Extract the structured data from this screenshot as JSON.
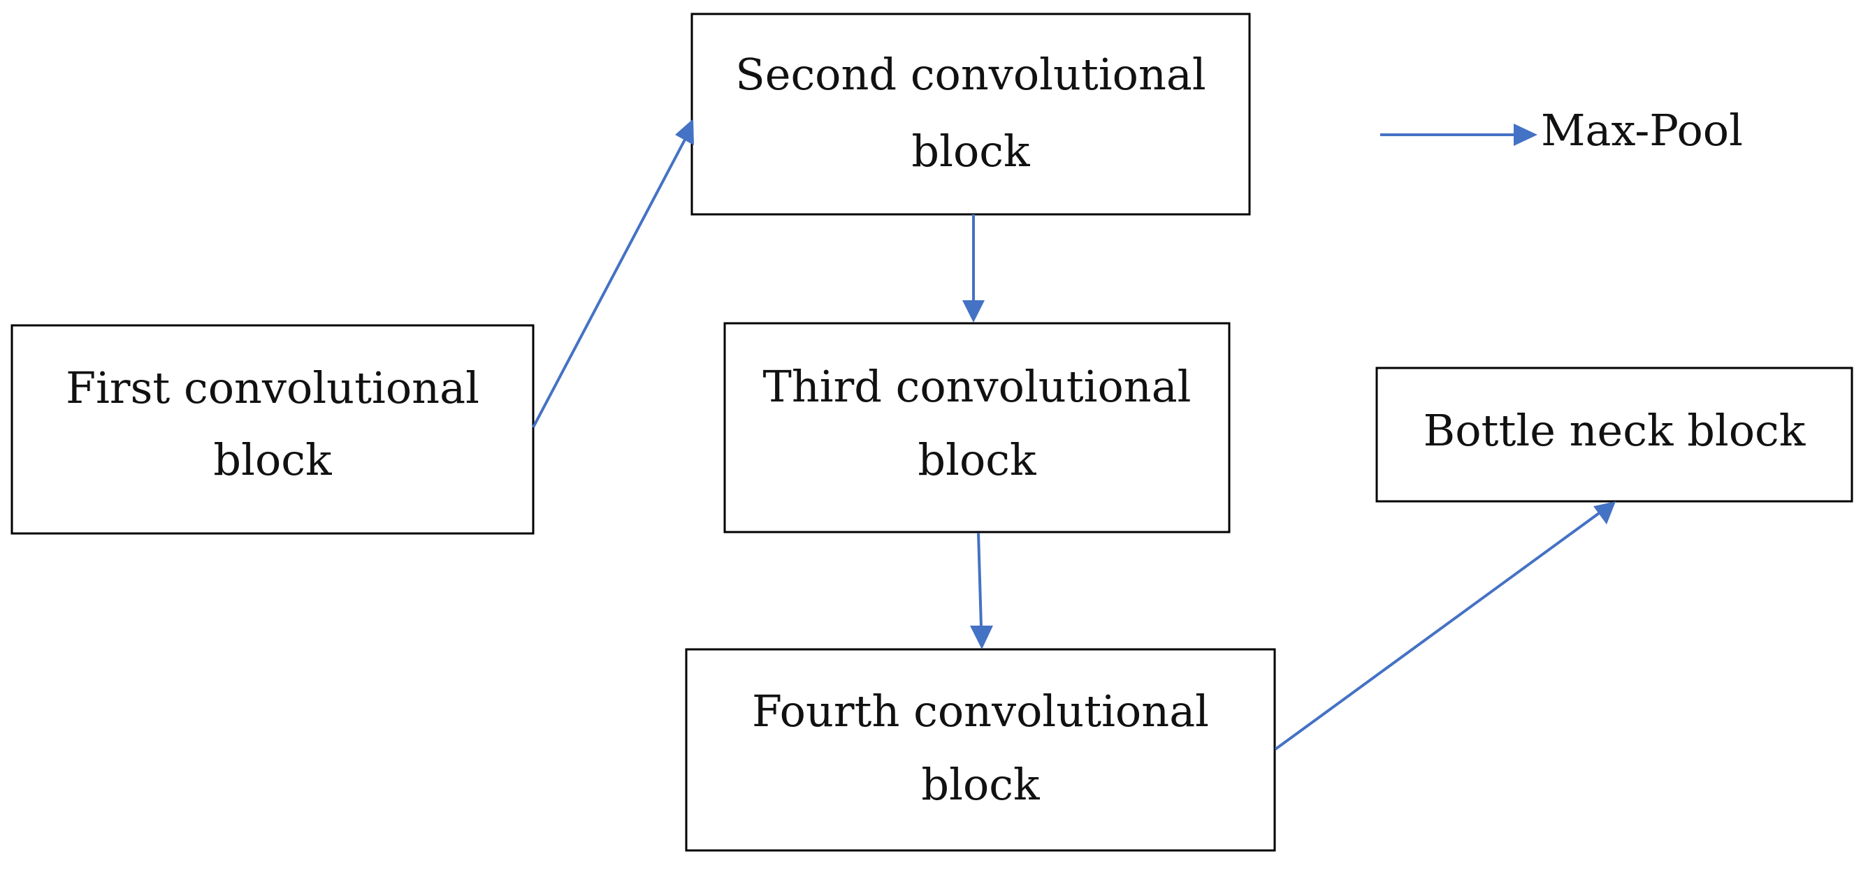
{
  "diagram": {
    "nodes": {
      "first": {
        "line1": "First convolutional",
        "line2": "block"
      },
      "second": {
        "line1": "Second convolutional",
        "line2": "block"
      },
      "third": {
        "line1": "Third convolutional",
        "line2": "block"
      },
      "fourth": {
        "line1": "Fourth convolutional",
        "line2": "block"
      },
      "bottleneck": {
        "line1": "Bottle neck block"
      }
    },
    "legend": {
      "label": "Max-Pool"
    },
    "edges": [
      {
        "from": "first",
        "to": "second",
        "meaning": "Max-Pool"
      },
      {
        "from": "second",
        "to": "third",
        "meaning": "Max-Pool"
      },
      {
        "from": "third",
        "to": "fourth",
        "meaning": "Max-Pool"
      },
      {
        "from": "fourth",
        "to": "bottleneck",
        "meaning": "Max-Pool"
      }
    ],
    "colors": {
      "arrow": "#4472c4",
      "box_border": "#000000"
    }
  }
}
